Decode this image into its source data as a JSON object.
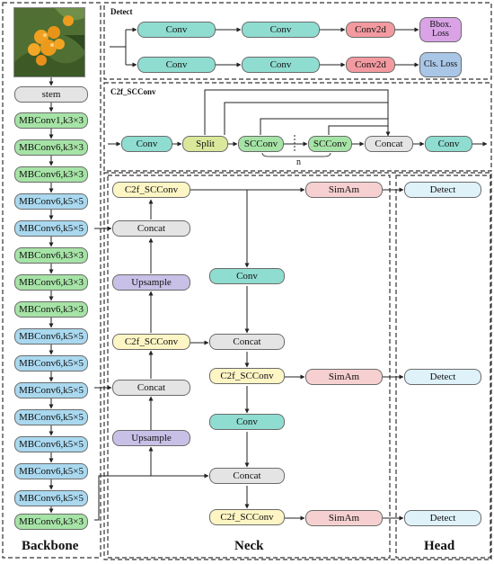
{
  "colors": {
    "stem": "#e4e4e4",
    "mbconv_k3": "#a6e3a6",
    "mbconv_k5": "#a9d8ef",
    "conv_teal": "#8fdcd0",
    "conv2d": "#f29aa0",
    "bbox_loss": "#d9a3e6",
    "cls_loss": "#a9c6e6",
    "split": "#d9e89a",
    "scconv": "#a6e3a6",
    "concat": "#e4e4e4",
    "c2f_scconv": "#fdf5c4",
    "upsample": "#c8c0e6",
    "simam": "#f6d0d0",
    "detect": "#dff2fa",
    "line": "#222222"
  },
  "image": {
    "icon": "loquat-fruit-photo"
  },
  "sections": {
    "backbone": "Backbone",
    "neck": "Neck",
    "head": "Head",
    "detect_box": "Detect",
    "c2f_box": "C2f_SCConv"
  },
  "backbone": {
    "stem": "stem",
    "blocks": [
      "MBConv1,k3×3",
      "MBConv6,k3×3",
      "MBConv6,k3×3",
      "MBConv6,k5×5",
      "MBConv6,k5×5",
      "MBConv6,k3×3",
      "MBConv6,k3×3",
      "MBConv6,k3×3",
      "MBConv6,k5×5",
      "MBConv6,k5×5",
      "MBConv6,k5×5",
      "MBConv6,k5×5",
      "MBConv6,k5×5",
      "MBConv6,k5×5",
      "MBConv6,k5×5",
      "MBConv6,k3×3"
    ]
  },
  "detect_module": {
    "conv": "Conv",
    "conv2d": "Conv2d",
    "bbox_loss": "Bbox. Loss",
    "cls_loss": "Cls. Loss"
  },
  "c2f_module": {
    "conv": "Conv",
    "split": "Split",
    "scconv": "SCConv",
    "concat": "Concat",
    "n": "n"
  },
  "neck": {
    "c2f_scconv": "C2f_SCConv",
    "concat": "Concat",
    "upsample": "Upsample",
    "conv": "Conv",
    "simam": "SimAm"
  },
  "head": {
    "detect": "Detect"
  }
}
